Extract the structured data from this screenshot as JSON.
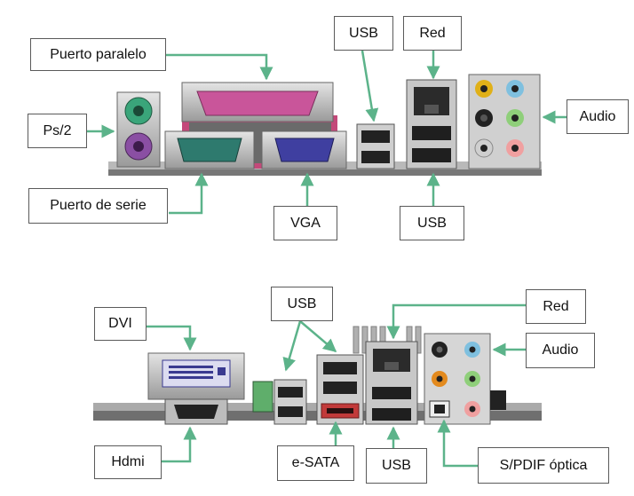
{
  "labels": {
    "parallel": "Puerto paralelo",
    "ps2": "Ps/2",
    "serial": "Puerto de serie",
    "usb_top1": "USB",
    "red_top": "Red",
    "audio_top": "Audio",
    "vga": "VGA",
    "usb_top2": "USB",
    "dvi": "DVI",
    "usb_mid": "USB",
    "red_bottom": "Red",
    "audio_bottom": "Audio",
    "hdmi": "Hdmi",
    "esata": "e-SATA",
    "usb_bottom": "USB",
    "spdif": "S/PDIF óptica"
  },
  "colors": {
    "arrow": "#5cb38a",
    "ps2_mouse": "#3aa57a",
    "ps2_keyboard": "#8a4fa3",
    "parallel": "#c9559a",
    "serial": "#2e7a6e",
    "vga": "#3f3fa0",
    "esata": "#c23a3a"
  }
}
